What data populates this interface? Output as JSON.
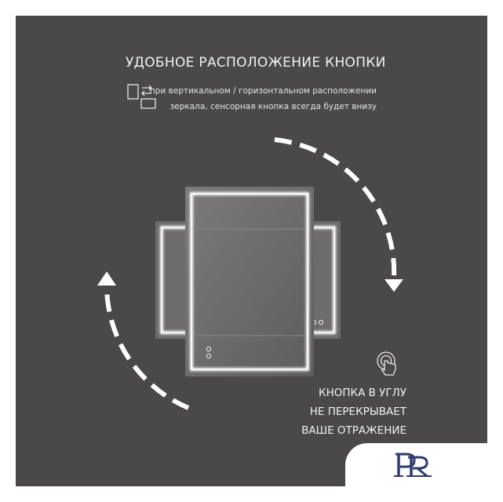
{
  "heading": "УДОБНОЕ РАСПОЛОЖЕНИЕ КНОПКИ",
  "description": {
    "line1": "при вертикальном / горизонтальном расположении",
    "line2": "зеркала, сенсорная кнопка всегда будет внизу"
  },
  "feature": {
    "line1": "КНОПКА В УГЛУ",
    "line2": "НЕ ПЕРЕКРЫВАЕТ",
    "line3": "ВАШЕ ОТРАЖЕНИЕ"
  },
  "icons": {
    "orientation": "rotate-orientation-icon",
    "touch": "touch-button-icon",
    "arrows": "rotation-arrows-icon",
    "logo": "pr-brand-logo"
  },
  "colors": {
    "background": "#4a4848",
    "text": "#f2f2f2",
    "led": "#ffffff",
    "logo": "#2e3a6e"
  }
}
